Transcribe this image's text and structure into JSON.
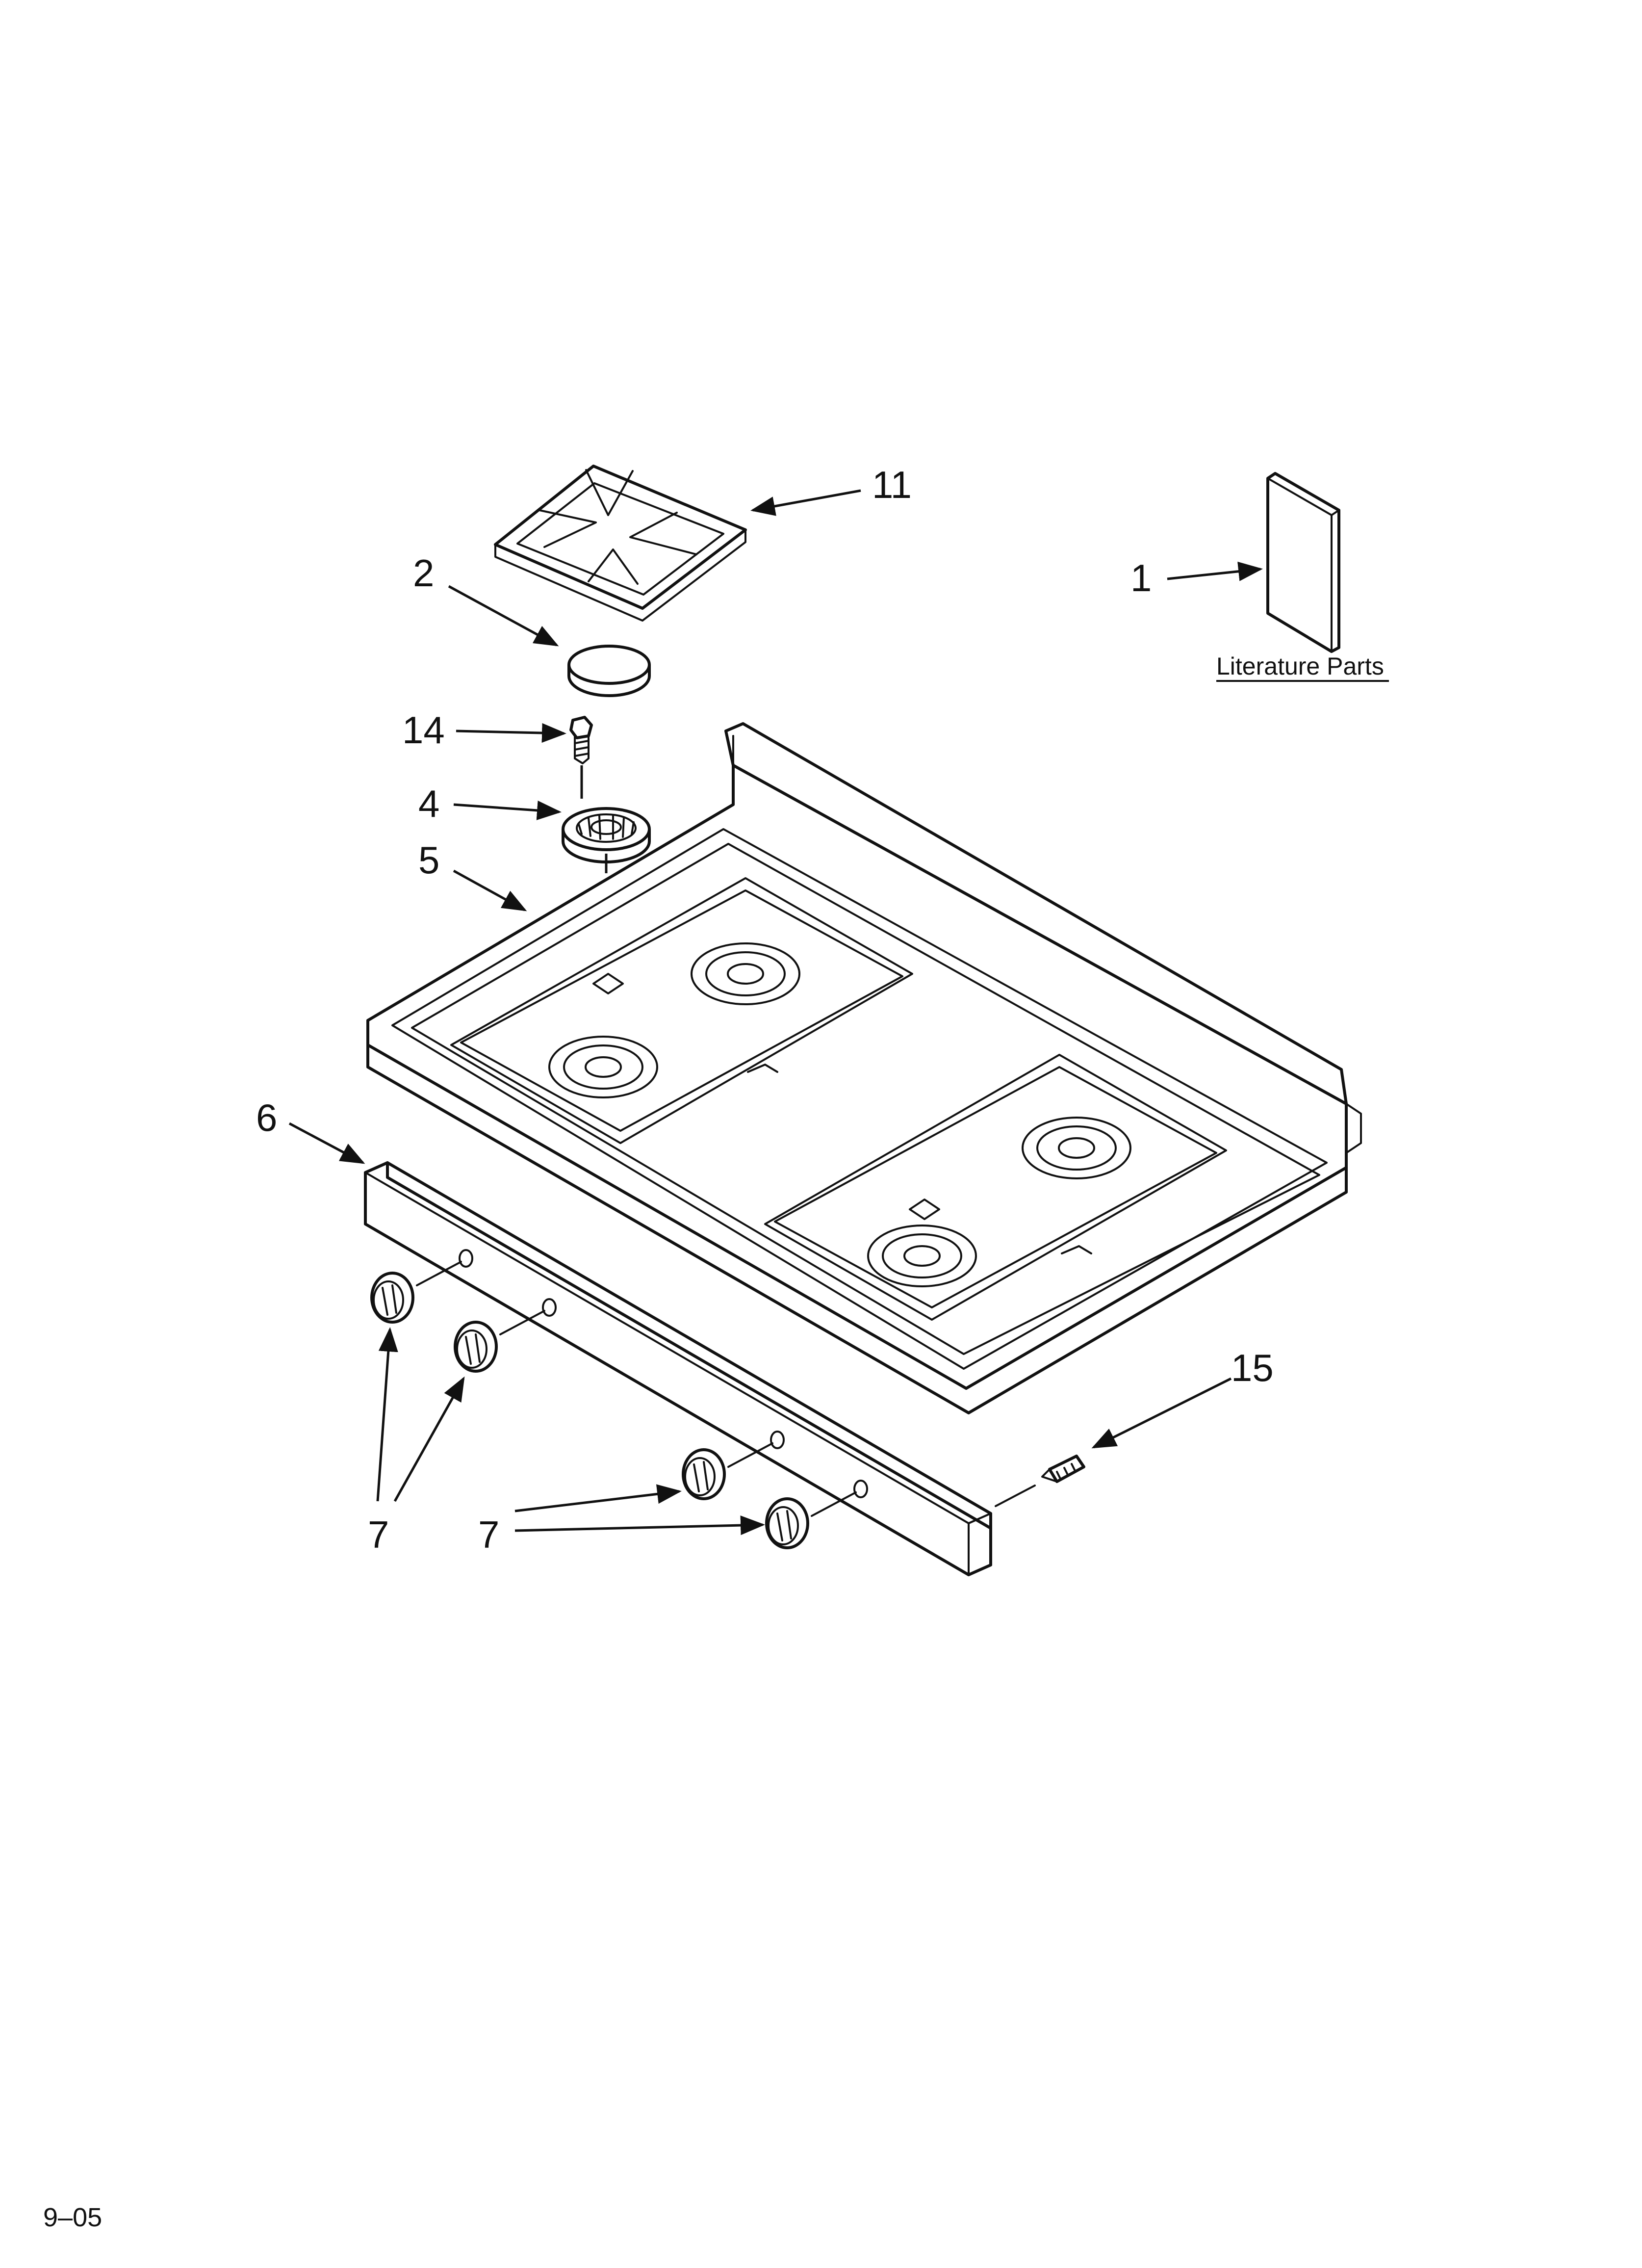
{
  "callouts": {
    "c1": "1",
    "c2": "2",
    "c4": "4",
    "c5": "5",
    "c6": "6",
    "c7a": "7",
    "c7b": "7",
    "c11": "11",
    "c14": "14",
    "c15": "15"
  },
  "literature_label": "Literature Parts",
  "footer_code": "9–05"
}
